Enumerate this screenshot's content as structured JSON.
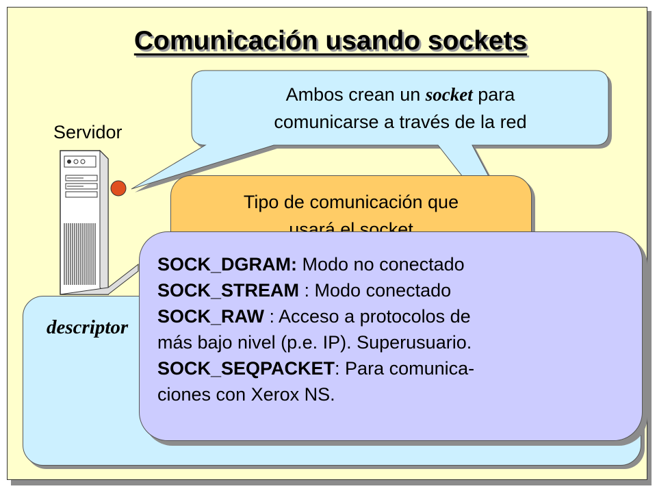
{
  "title": "Comunicación usando sockets",
  "server_label": "Servidor",
  "speech": {
    "before": "Ambos crean un ",
    "emph": "socket",
    "after_line1": " para",
    "line2": "comunicarse a través de la red"
  },
  "type_callout": {
    "line1": "Tipo de comunicación que",
    "line2": "usará el socket"
  },
  "descriptor_label": "descriptor",
  "socket_types": [
    {
      "name": "SOCK_DGRAM:",
      "desc": " Modo no conectado"
    },
    {
      "name": "SOCK_STREAM",
      "desc": " : Modo conectado"
    },
    {
      "name": "SOCK_RAW",
      "desc": " :  Acceso a protocolos de"
    },
    {
      "name": "",
      "desc": "más bajo nivel (p.e. IP). Superusuario."
    },
    {
      "name": "SOCK_SEQPACKET",
      "desc": ": Para comunica-"
    },
    {
      "name": "",
      "desc": "ciones con Xerox NS."
    }
  ],
  "colors": {
    "slide_bg": "#ffffcc",
    "speech_bubble": "#ccf0ff",
    "type_callout": "#ffcc66",
    "list_callout": "#ccccff",
    "descriptor_box": "#ccf0ff",
    "indicator_dot": "#e05020"
  },
  "icons": [
    "server-tower-icon",
    "connection-indicator-icon"
  ]
}
